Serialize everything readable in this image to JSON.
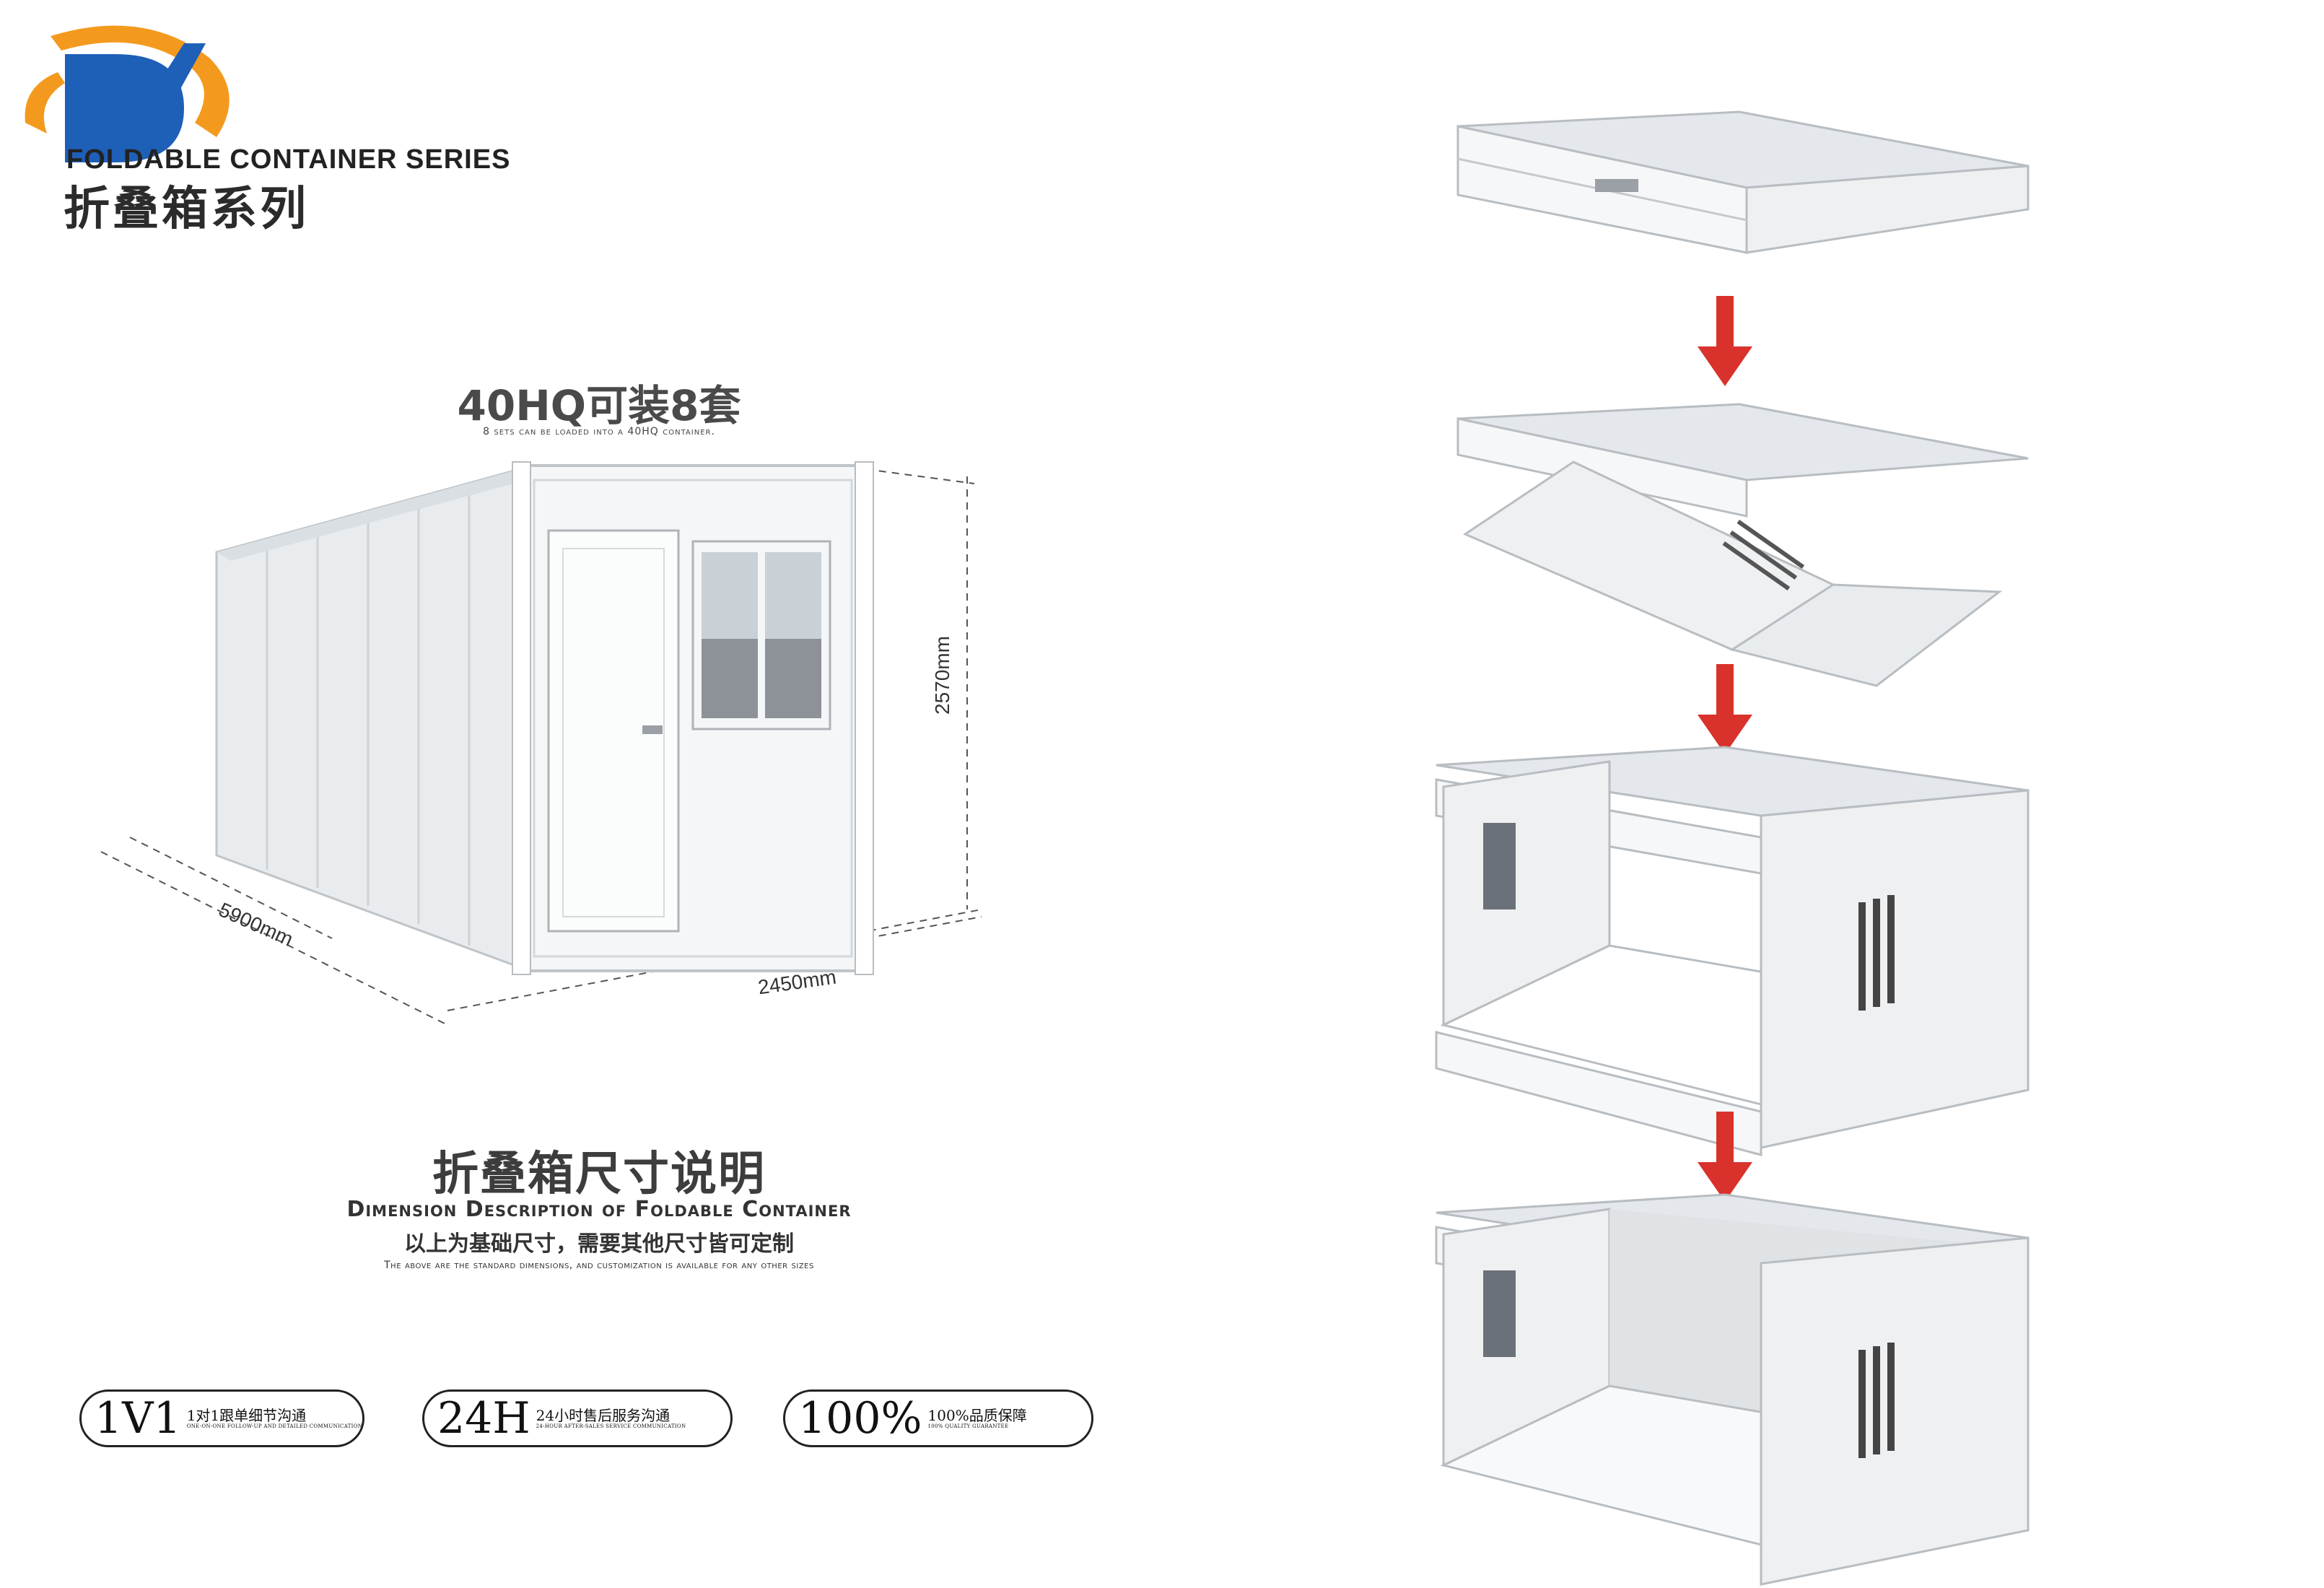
{
  "header": {
    "series_en": "FOLDABLE CONTAINER SERIES",
    "series_cn": "折叠箱系列"
  },
  "loading": {
    "title": "40HQ可装8套",
    "subtitle": "8 sets can be loaded into a 40HQ container."
  },
  "dimensions": {
    "length": "5900mm",
    "width": "2450mm",
    "height": "2570mm"
  },
  "description": {
    "title_cn": "折叠箱尺寸说明",
    "title_en": "Dimension Description of Foldable Container",
    "note_cn": "以上为基础尺寸，需要其他尺寸皆可定制",
    "note_en": "The above are the standard dimensions, and customization is available for any other sizes"
  },
  "badges": [
    {
      "big": "1V1",
      "cn": "1对1跟单细节沟通",
      "en": "ONE-ON-ONE FOLLOW-UP AND DETAILED COMMUNICATION"
    },
    {
      "big": "24H",
      "cn": "24小时售后服务沟通",
      "en": "24-HOUR AFTER-SALES SERVICE COMMUNICATION"
    },
    {
      "big": "100%",
      "cn": "100%品质保障",
      "en": "100% QUALITY GUARANTEE"
    }
  ],
  "colors": {
    "logo_blue": "#1e5fb8",
    "logo_orange": "#f39a1e",
    "arrow_red": "#d9322c",
    "panel_white": "#f4f6f8"
  }
}
